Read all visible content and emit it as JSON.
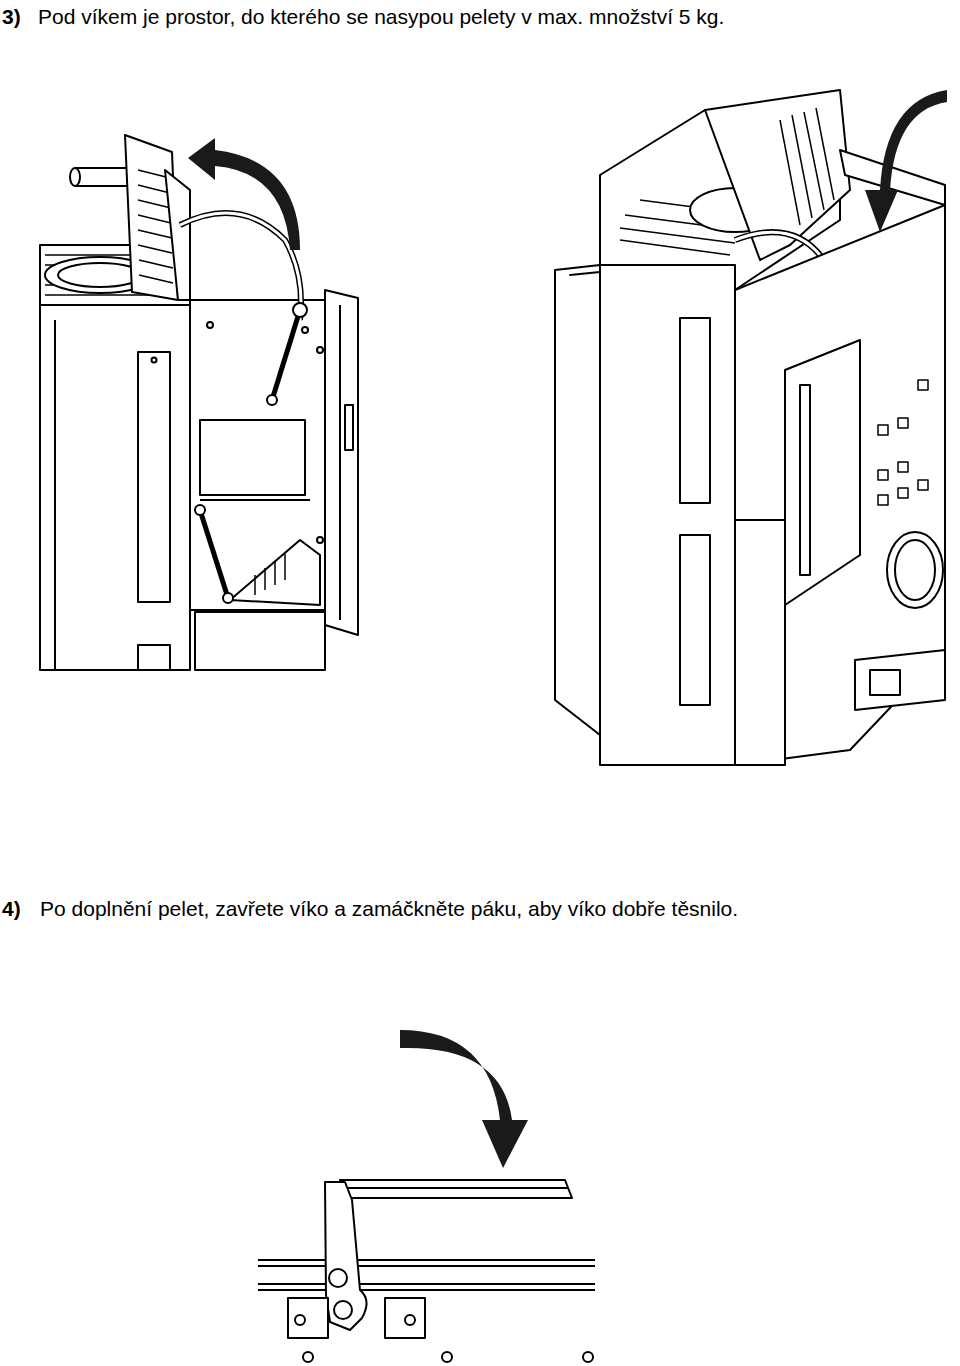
{
  "diagram": {
    "labels": [
      "3)",
      "Pod víkem je prostor, do kterého se nasypou pelety v max. množství 5 kg.",
      "4)",
      "Po doplnění pelet, zavřete víko a zamáčkněte páku, aby víko dobře těsnilo."
    ]
  }
}
